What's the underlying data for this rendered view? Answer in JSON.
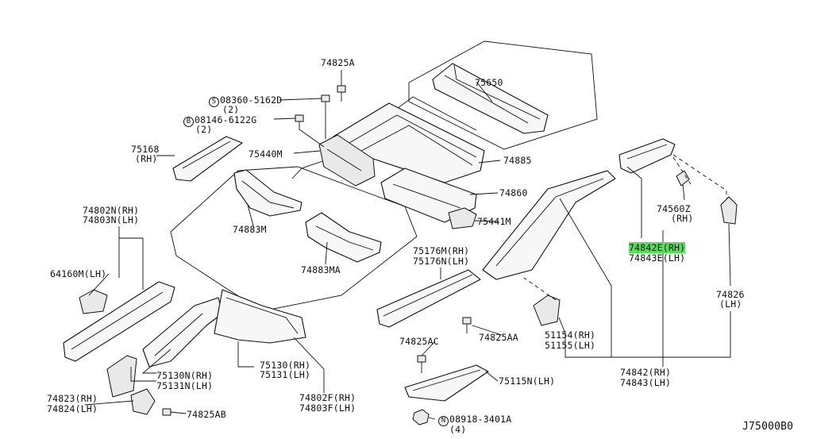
{
  "diagram_code": "J75000B0",
  "labels": {
    "p74825A": "74825A",
    "p75650": "75650",
    "bolt_s": "08360-5162D",
    "bolt_s_qty": "(2)",
    "bolt_b": "08146-6122G",
    "bolt_b_qty": "(2)",
    "p75168": "75168",
    "p75168_side": "(RH)",
    "p75440M": "75440M",
    "p74885": "74885",
    "p74860": "74860",
    "p75441M": "75441M",
    "p74802N": "74802N(RH)",
    "p74803N": "74803N(LH)",
    "p74883M": "74883M",
    "p74883MA": "74883MA",
    "p64160M": "64160M(LH)",
    "p75176M": "75176M(RH)",
    "p75176N": "75176N(LH)",
    "p74560Z": "74560Z",
    "p74560Z_side": "(RH)",
    "p74842E_rh": "74842E(RH)",
    "p74843E_lh": "74843E(LH)",
    "p74826": "74826",
    "p74826_side": "(LH)",
    "p51154": "51154(RH)",
    "p51155": "51155(LH)",
    "p74825AA": "74825AA",
    "p74825AC": "74825AC",
    "p75130N": "75130N(RH)",
    "p75131N": "75131N(LH)",
    "p75130": "75130(RH)",
    "p75131": "75131(LH)",
    "p75115N": "75115N(LH)",
    "p74842": "74842(RH)",
    "p74843": "74843(LH)",
    "p74823": "74823(RH)",
    "p74824": "74824(LH)",
    "p74825AB": "74825AB",
    "p74802F": "74802F(RH)",
    "p74803F": "74803F(LH)",
    "nut_n": "08918-3401A",
    "nut_n_qty": "(4)",
    "sym_s": "S",
    "sym_b": "B",
    "sym_n": "N"
  },
  "highlight_color": "#5cdc5c"
}
